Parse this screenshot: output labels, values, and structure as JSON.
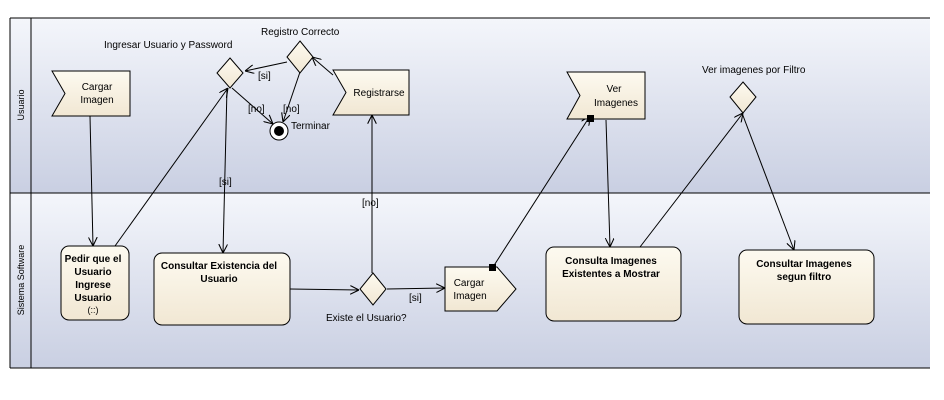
{
  "lanes": [
    {
      "id": "usuario",
      "label": "Usuario"
    },
    {
      "id": "sistema",
      "label": "Sistema Software"
    }
  ],
  "signals_receive": {
    "cargar_imagen": [
      "Cargar",
      "Imagen"
    ],
    "registrarse": [
      "Registrarse"
    ],
    "ver_imagenes": [
      "Ver",
      "Imagenes"
    ]
  },
  "signal_send": {
    "cargar_imagen_send": [
      "Cargar",
      "Imagen"
    ]
  },
  "actions": {
    "pedir": [
      "Pedir que el",
      "Usuario",
      "Ingrese",
      "Usuario",
      "(::)"
    ],
    "consultar_existencia": [
      "Consultar Existencia del",
      "Usuario"
    ],
    "consulta_imagenes": [
      "Consulta Imagenes",
      "Existentes a Mostrar"
    ],
    "consultar_filtro": [
      "Consultar Imagenes",
      "segun filtro"
    ]
  },
  "decisions": {
    "ingresar": "Ingresar Usuario y Password",
    "registro": "Registro Correcto",
    "existe": "Existe el Usuario?",
    "filtro": "Ver imagenes por Filtro"
  },
  "final_node": "Terminar",
  "guards": {
    "si_registro": "[si]",
    "no_ingresar": "[no]",
    "no_registro": "[no]",
    "si_consultar": "[si]",
    "no_existe": "[no]",
    "si_existe": "[si]"
  }
}
